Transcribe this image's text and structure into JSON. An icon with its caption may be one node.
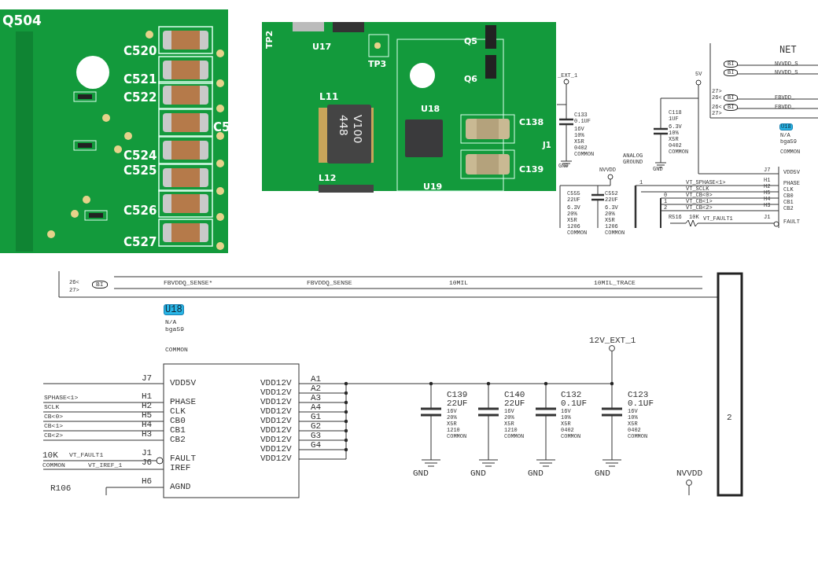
{
  "diagram": {
    "labels": [
      "Q504",
      "C520",
      "C521",
      "C522",
      "C5",
      "C524",
      "C525",
      "C526",
      "C527",
      "TP2",
      "U17",
      "TP3",
      "Q5",
      "Q6",
      "L11",
      "448",
      "V100",
      "U18",
      "C138",
      "J1",
      "C139",
      "L12",
      "U19",
      "_EXT_1",
      "5V",
      "NET",
      "BI",
      "BI",
      "NVVDD_S",
      "NVVDD_S",
      "27>",
      "26<",
      "BI",
      "26<",
      "BI",
      "27>",
      "FBVDD_",
      "FBVDD_",
      "C133",
      "0.1UF",
      "16V 10% X5R 0402 COMMON",
      "C118",
      "1UF",
      "6.3V 10% X5R 0402 COMMON",
      "GND",
      "ANALOG GROUND",
      "NVVDD",
      "GND",
      "U18",
      "N/A bga59",
      "COMMON",
      "J7",
      "VDD5V",
      "1",
      "VT_SPHASE<1>",
      "H1",
      "PHASE",
      "VT_SCLK",
      "H2",
      "CLK",
      "0",
      "VT_CB<0>",
      "H5",
      "CB0",
      "1",
      "VT_CB<1>",
      "H4",
      "CB1",
      "2",
      "VT_CB<2>",
      "H3",
      "CB2",
      "C555",
      "22UF",
      "6.3V 20% X5R 1206 COMMON",
      "C552",
      "22UF",
      "6.3V 20% X5R 1206 COMMON",
      "R516",
      "10K",
      "VT_FAULT1",
      "J1",
      "FAULT",
      "26<",
      "BI",
      "27>",
      "FBVDDQ_SENSE*",
      "FBVDDQ_SENSE",
      "10MIL",
      "10MIL_TRACE",
      "U18",
      "N/A bga59",
      "COMMON",
      "J7",
      "VDD5V",
      "SPHASE<1>",
      "H1",
      "PHASE",
      "SCLK",
      "H2",
      "CLK",
      "CB<0>",
      "H5",
      "CB0",
      "CB<1>",
      "H4",
      "CB1",
      "CB<2>",
      "H3",
      "CB2",
      "10K",
      "VT_FAULT1",
      "J1",
      "FAULT",
      "COMMON",
      "VT_IREF_1",
      "J6",
      "IREF",
      "R106",
      "H6",
      "AGND",
      "VDD12V",
      "VDD12V",
      "VDD12V",
      "VDD12V",
      "VDD12V",
      "VDD12V",
      "VDD12V",
      "VDD12V",
      "VDD12V",
      "A1",
      "A2",
      "A3",
      "A4",
      "G1",
      "G2",
      "G3",
      "G4",
      "12V_EXT_1",
      "C139",
      "22UF",
      "16V 20% X5R 1210 COMMON",
      "C140",
      "22UF",
      "16V 20% X5R 1210 COMMON",
      "C132",
      "0.1UF",
      "16V 10% X5R 0402 COMMON",
      "C123",
      "0.1UF",
      "16V 10% X5R 0402 COMMON",
      "GND",
      "GND",
      "GND",
      "GND",
      "NVVDD",
      "2"
    ]
  }
}
